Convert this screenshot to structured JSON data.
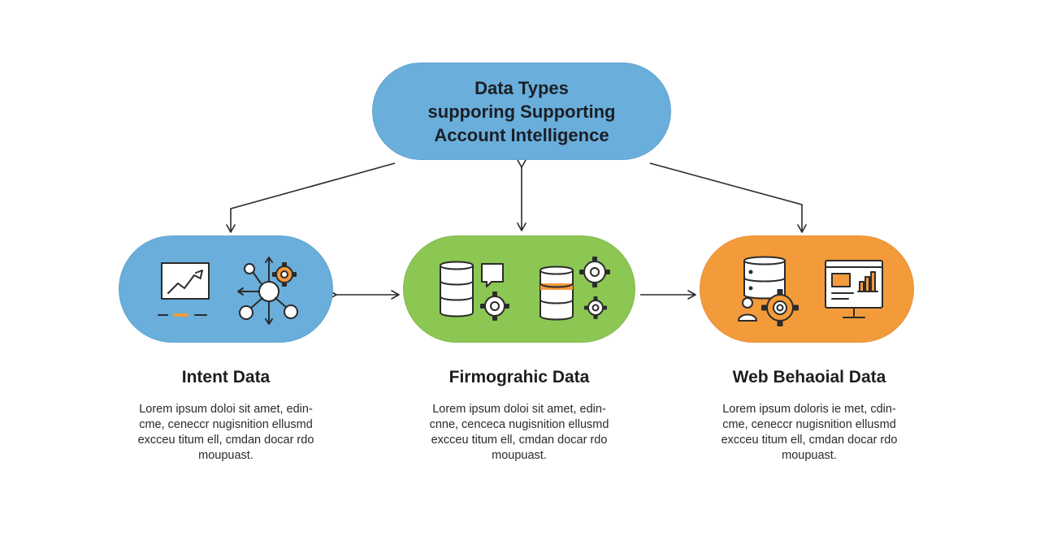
{
  "colors": {
    "blue": "#6aaedb",
    "green": "#8cc653",
    "orange": "#f39a3b",
    "ink": "#2b2b2b"
  },
  "top": {
    "title_lines": [
      "Data Types",
      "supporing Supporting",
      "Account Intelligence"
    ]
  },
  "nodes": [
    {
      "id": "intent",
      "icons": [
        "line-chart-monitor-icon",
        "network-gear-icon"
      ],
      "title": "Intent Data",
      "desc_lines": [
        "Lorem ipsum doloi sit amet, edin-",
        "cme, ceneccr nugisnition ellusmd",
        "excceu titum ell, cmdan docar rdo",
        "moupuast."
      ]
    },
    {
      "id": "firmographic",
      "icons": [
        "database-speech-gear-icon",
        "database-gears-icon"
      ],
      "title": "Firmograhic Data",
      "desc_lines": [
        "Lorem ipsum doloi sit amet, edin-",
        "cnne, cenceca nugisnition ellusmd",
        "excceu titum ell, cmdan docar rdo",
        "moupuast."
      ]
    },
    {
      "id": "web-behavioral",
      "icons": [
        "database-user-gear-icon",
        "analytics-monitor-icon"
      ],
      "title": "Web Behaoial Data",
      "desc_lines": [
        "Lorem ipsum doloris ie met, cdin-",
        "cme, ceneccr nugisnition ellusmd",
        "excceu titum ell, cmdan docar rdo",
        "moupuast."
      ]
    }
  ]
}
